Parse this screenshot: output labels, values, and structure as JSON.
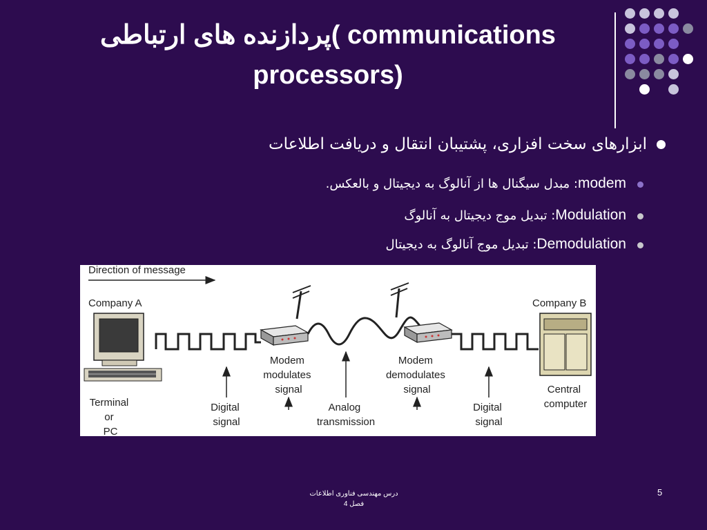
{
  "title": {
    "line1": "پردازنده های ارتباطی( communications",
    "line2": "processors)"
  },
  "decor": {
    "dot_colors": [
      "#c8c4dc",
      "#7c5cc4",
      "#8a8aa0",
      "#ffffff"
    ]
  },
  "bullets": {
    "main": "ابزارهای سخت افزاری، پشتیبان انتقال و دریافت اطلاعات",
    "sub": [
      {
        "term": "modem",
        "text": ": مبدل سیگنال ها از آنالوگ به دیجیتال و بالعکس."
      },
      {
        "term": "Modulation",
        "text": ": تبدیل موج دیجیتال به آنالوگ"
      },
      {
        "term": "Demodulation",
        "text": ": تبدیل موج آنالوگ به دیجیتال"
      }
    ]
  },
  "diagram": {
    "direction": "Direction of message",
    "company_a": "Company A",
    "company_b": "Company B",
    "terminal": [
      "Terminal",
      "or",
      "PC"
    ],
    "modem_mod": [
      "Modem",
      "modulates",
      "signal"
    ],
    "modem_demod": [
      "Modem",
      "demodulates",
      "signal"
    ],
    "digital_left": [
      "Digital",
      "signal"
    ],
    "analog": [
      "Analog",
      "transmission"
    ],
    "digital_right": [
      "Digital",
      "signal"
    ],
    "central": [
      "Central",
      "computer"
    ]
  },
  "footer": {
    "line1": "درس مهندسی فناوری اطلاعات",
    "line2": "فصل 4"
  },
  "page_number": "5"
}
